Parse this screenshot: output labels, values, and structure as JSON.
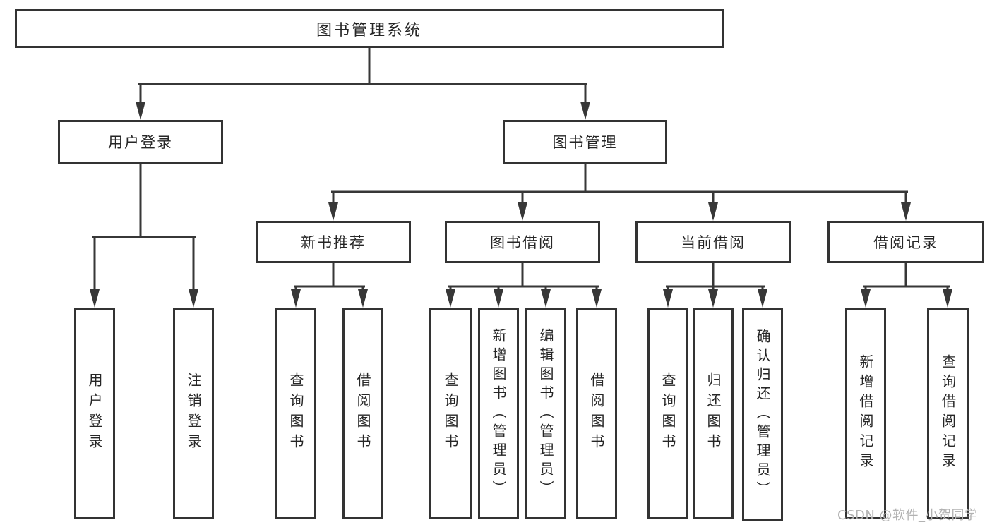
{
  "diagram_title": "图书管理系统",
  "colors": {
    "line": "#373737",
    "border": "#333333",
    "text": "#262626",
    "fill": "#ffffff",
    "watermark": "#b2b2b2"
  },
  "tree": {
    "root": {
      "label": "图书管理系统",
      "children": [
        {
          "label": "用户登录",
          "children": [
            {
              "label": "用户登录"
            },
            {
              "label": "注销登录"
            }
          ]
        },
        {
          "label": "图书管理",
          "children": [
            {
              "label": "新书推荐",
              "children": [
                {
                  "label": "查询图书"
                },
                {
                  "label": "借阅图书"
                }
              ]
            },
            {
              "label": "图书借阅",
              "children": [
                {
                  "label": "查询图书"
                },
                {
                  "label": "新增图书（管理员）"
                },
                {
                  "label": "编辑图书（管理员）"
                },
                {
                  "label": "借阅图书"
                }
              ]
            },
            {
              "label": "当前借阅",
              "children": [
                {
                  "label": "查询图书"
                },
                {
                  "label": "归还图书"
                },
                {
                  "label": "确认归还（管理员）"
                }
              ]
            },
            {
              "label": "借阅记录",
              "children": [
                {
                  "label": "新增借阅记录"
                },
                {
                  "label": "查询借阅记录"
                }
              ]
            }
          ]
        }
      ]
    }
  },
  "watermark": {
    "text": "CSDN @软件_小贺同学"
  }
}
